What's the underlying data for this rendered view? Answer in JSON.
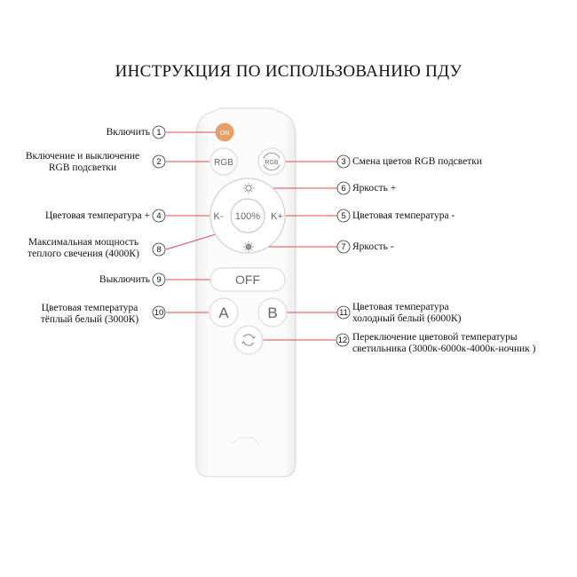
{
  "title": "ИНСТРУКЦИЯ ПО ИСПОЛЬЗОВАНИЮ ПДУ",
  "remote": {
    "on": "ON",
    "rgb": "RGB",
    "rgb_cycle": "RGB",
    "k_minus": "K-",
    "k_plus": "K+",
    "center": "100%",
    "off": "OFF",
    "a": "A",
    "b": "B"
  },
  "callouts": [
    {
      "n": "1",
      "text": "Включить"
    },
    {
      "n": "2",
      "line1": "Включение и выключение",
      "line2": "RGB подсветки"
    },
    {
      "n": "3",
      "text": "Смена цветов RGB подсветки"
    },
    {
      "n": "4",
      "text": "Цветовая температура +"
    },
    {
      "n": "5",
      "text": "Цветовая температура -"
    },
    {
      "n": "6",
      "text": "Яркость +"
    },
    {
      "n": "7",
      "text": "Яркость -"
    },
    {
      "n": "8",
      "line1": "Максимальная мощность",
      "line2": "теплого свечения (4000К)"
    },
    {
      "n": "9",
      "text": "Выключить"
    },
    {
      "n": "10",
      "line1": "Цветовая температура",
      "line2": "тёплый белый (3000К)"
    },
    {
      "n": "11",
      "line1": "Цветовая температура",
      "line2": "холодный белый (6000К)"
    },
    {
      "n": "12",
      "line1": "Переключение цветовой температуры",
      "line2": "светильника  (3000к-6000к-4000к-ночник  )"
    }
  ],
  "colors": {
    "on_button": "#e8a06a",
    "leader": "#e04a4a",
    "remote_edge": "#dddddd"
  }
}
